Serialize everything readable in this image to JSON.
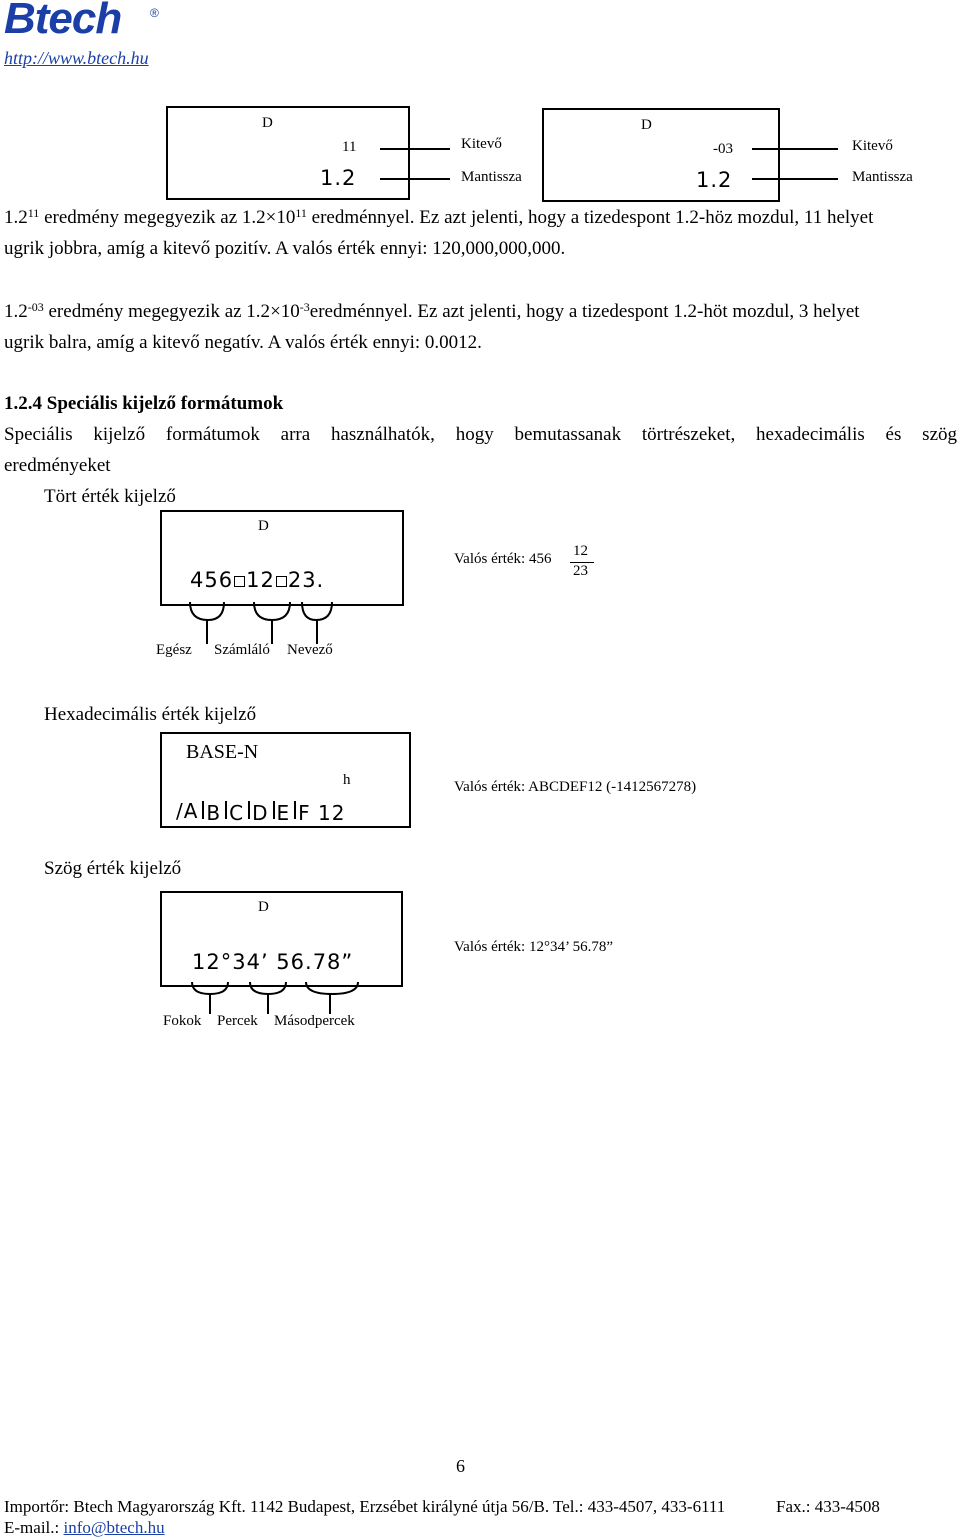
{
  "header": {
    "logo_text": "Btech",
    "registered_mark": "®",
    "url": "http://www.btech.hu"
  },
  "exponent_diagrams": [
    {
      "mode": "D",
      "exponent": "11",
      "mantissa": "1.2",
      "label_exponent": "Kitevő",
      "label_mantissa": "Mantissza"
    },
    {
      "mode": "D",
      "exponent": "-03",
      "mantissa": "1.2",
      "label_exponent": "Kitevő",
      "label_mantissa": "Mantissza"
    }
  ],
  "paragraph1": {
    "a": "1.2",
    "a_sup": "11",
    "b": " eredmény megegyezik az 1.2",
    "times": "×",
    "c": "10",
    "c_sup": "11",
    "d": " eredménnyel. Ez azt jelenti, hogy a tizedespont 1.2-höz mozdul, 11 helyet",
    "line2": "ugrik jobbra, amíg a kitevő pozitív. A valós érték ennyi: 120,000,000,000."
  },
  "paragraph2": {
    "a": "1.2",
    "a_sup": "-03",
    "b": " eredmény megegyezik az 1.2",
    "times": "×",
    "c": "10",
    "c_sup": "-3",
    "d": "eredménnyel. Ez azt jelenti, hogy a tizedespont 1.2-höt mozdul, 3 helyet",
    "line2": "ugrik balra, amíg a kitevő negatív. A valós érték ennyi: 0.0012."
  },
  "section": {
    "heading": "1.2.4  Speciális kijelző formátumok",
    "intro_line1": "Speciális kijelző formátumok arra használhatók, hogy bemutassanak törtrészeket, hexadecimális és szög",
    "intro_line2": "eredményeket"
  },
  "fraction": {
    "title": "Tört érték kijelző",
    "mode": "D",
    "whole": "456",
    "numerator": "12",
    "denominator": "23.",
    "real_label": "Valós érték: 456",
    "real_num": "12",
    "real_den": "23",
    "labels": [
      "Egész",
      "Számláló",
      "Nevező"
    ]
  },
  "hex": {
    "title": "Hexadecimális érték kijelző",
    "mode": "BASE-N",
    "indicator": "h",
    "digits": [
      "/A",
      "B",
      "C",
      "D",
      "E",
      "F 12"
    ],
    "real_value": "Valós érték: ABCDEF12 (-1412567278)"
  },
  "angle": {
    "title": "Szög érték kijelző",
    "mode": "D",
    "display": "12°34’ 56.78”",
    "real_value": "Valós érték: 12°34’ 56.78”",
    "labels": [
      "Fokok",
      "Percek",
      "Másodpercek"
    ]
  },
  "footer": {
    "page_number": "6",
    "importer_line": "Importőr: Btech Magyarország Kft. 1142 Budapest, Erzsébet királyné útja 56/B. Tel.: 433-4507, 433-6111",
    "fax": "Fax.: 433-4508",
    "email_label": "E-mail.: ",
    "email": "info@btech.hu"
  }
}
